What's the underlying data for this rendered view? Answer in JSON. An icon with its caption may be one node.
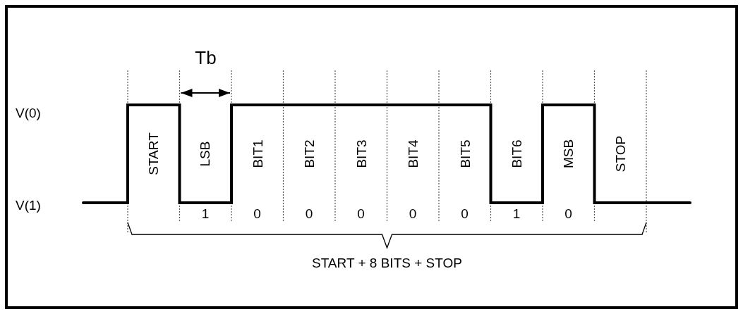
{
  "diagram": {
    "labels": [
      "Tb",
      "V(0)",
      "START",
      "LSB",
      "BIT1",
      "BIT2",
      "BIT3",
      "BIT4",
      "BIT5",
      "BIT6",
      "MSB",
      "STOP",
      "V(1)",
      "1",
      "0",
      "0",
      "0",
      "0",
      "0",
      "1",
      "0",
      "START + 8 BITS + STOP"
    ]
  }
}
